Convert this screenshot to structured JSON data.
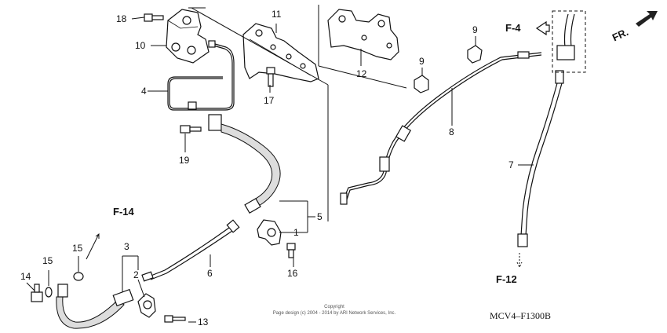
{
  "callouts": [
    {
      "id": "c1",
      "text": "1"
    },
    {
      "id": "c2",
      "text": "2"
    },
    {
      "id": "c3",
      "text": "3"
    },
    {
      "id": "c4",
      "text": "4"
    },
    {
      "id": "c5",
      "text": "5"
    },
    {
      "id": "c6",
      "text": "6"
    },
    {
      "id": "c7",
      "text": "7"
    },
    {
      "id": "c8",
      "text": "8"
    },
    {
      "id": "c9a",
      "text": "9"
    },
    {
      "id": "c9b",
      "text": "9"
    },
    {
      "id": "c10",
      "text": "10"
    },
    {
      "id": "c11",
      "text": "11"
    },
    {
      "id": "c12",
      "text": "12"
    },
    {
      "id": "c13",
      "text": "13"
    },
    {
      "id": "c14",
      "text": "14"
    },
    {
      "id": "c15a",
      "text": "15"
    },
    {
      "id": "c15b",
      "text": "15"
    },
    {
      "id": "c16",
      "text": "16"
    },
    {
      "id": "c17",
      "text": "17"
    },
    {
      "id": "c18",
      "text": "18"
    },
    {
      "id": "c19",
      "text": "19"
    }
  ],
  "refs": {
    "f4": "F-4",
    "f12": "F-12",
    "f14": "F-14",
    "fr": "FR."
  },
  "diagram_code": "MCV4–F1300B",
  "copyright": {
    "line1": "Copyright",
    "line2": "Page design (c) 2004 - 2014 by ARI Network Services, Inc."
  }
}
